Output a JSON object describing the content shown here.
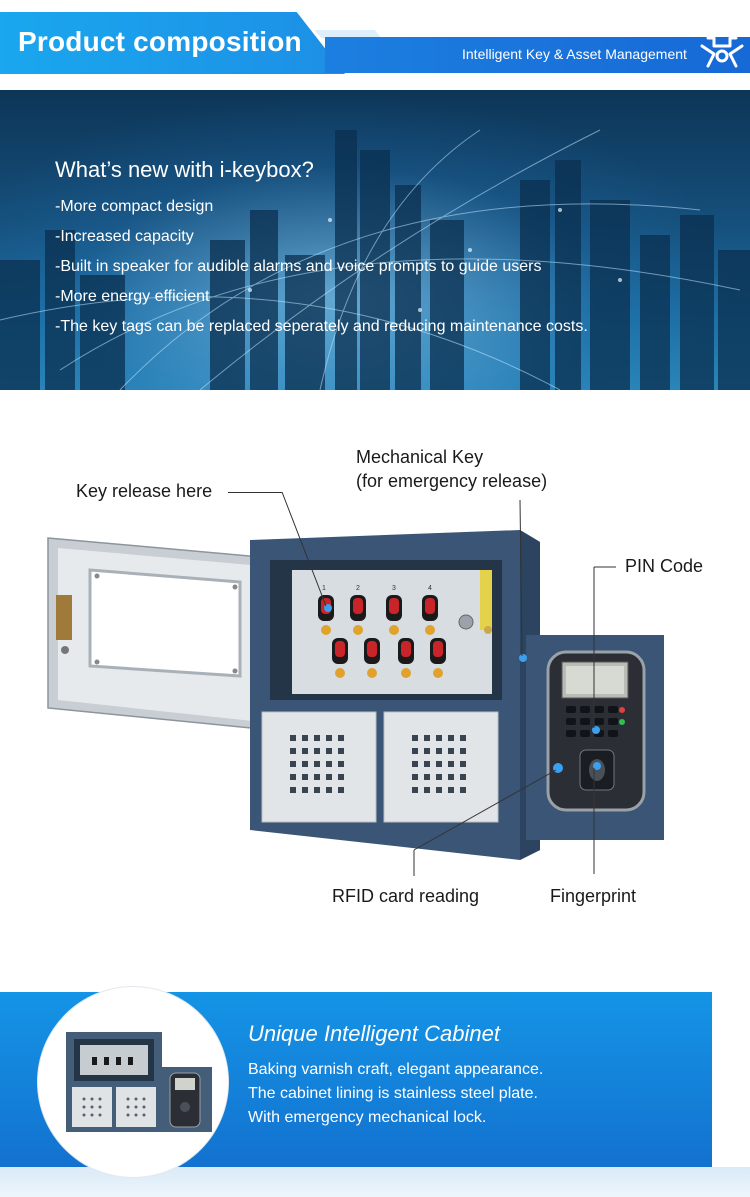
{
  "header": {
    "title": "Product composition",
    "subtitle": "Intelligent Key & Asset Management",
    "logo_icon": "keybox-logo-icon"
  },
  "banner": {
    "title": "What’s new with i-keybox?",
    "lines": [
      "-More compact design",
      "-Increased capacity",
      "-Built in speaker for audible alarms and voice prompts to guide users",
      "-More energy efficient",
      "-The key tags can be replaced seperately and reducing maintenance costs."
    ]
  },
  "diagram": {
    "labels": {
      "key_release": "Key release here",
      "mechanical_key_1": "Mechanical Key",
      "mechanical_key_2": "(for emergency release)",
      "pin_code": "PIN Code",
      "rfid": "RFID card reading",
      "fingerprint": "Fingerprint"
    },
    "slot_numbers_top": [
      "1",
      "2",
      "3",
      "4"
    ]
  },
  "bottom": {
    "heading": "Unique Intelligent Cabinet",
    "lines": [
      "Baking varnish craft, elegant appearance.",
      "The cabinet lining is stainless steel plate.",
      "With emergency mechanical lock."
    ]
  },
  "colors": {
    "brand_blue": "#1a8fe6",
    "cabinet_blue": "#3a5575",
    "key_tag_red": "#c8242a"
  }
}
